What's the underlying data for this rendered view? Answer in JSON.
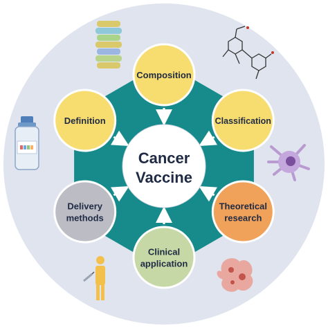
{
  "center": {
    "line1": "Cancer",
    "line2": "Vaccine"
  },
  "nodes": [
    {
      "key": "composition",
      "lines": [
        "Composition"
      ],
      "fill": "#f7dc6f",
      "text": "#1f2a44"
    },
    {
      "key": "classification",
      "lines": [
        "Classification"
      ],
      "fill": "#f7dc6f",
      "text": "#1f2a44"
    },
    {
      "key": "theoretical-research",
      "lines": [
        "Theoretical",
        "research"
      ],
      "fill": "#f0a15a",
      "text": "#4a1f66"
    },
    {
      "key": "clinical-application",
      "lines": [
        "Clinical",
        "application"
      ],
      "fill": "#c6d8a6",
      "text": "#4a1f66"
    },
    {
      "key": "delivery-methods",
      "lines": [
        "Delivery",
        "methods"
      ],
      "fill": "#bcbcc4",
      "text": "#4a1f66"
    },
    {
      "key": "definition",
      "lines": [
        "Definition"
      ],
      "fill": "#f7dc6f",
      "text": "#1f2a44"
    }
  ],
  "colors": {
    "outer_ring": "#dfe4ee",
    "hexagon": "#178b8c",
    "center": "#ffffff",
    "arrow": "#ffffff"
  },
  "icons": [
    "stacked-protein-icon",
    "molecule-structure-icon",
    "vaccine-vial-icon",
    "dendritic-cell-icon",
    "patient-injection-icon",
    "tumor-cell-icon"
  ]
}
